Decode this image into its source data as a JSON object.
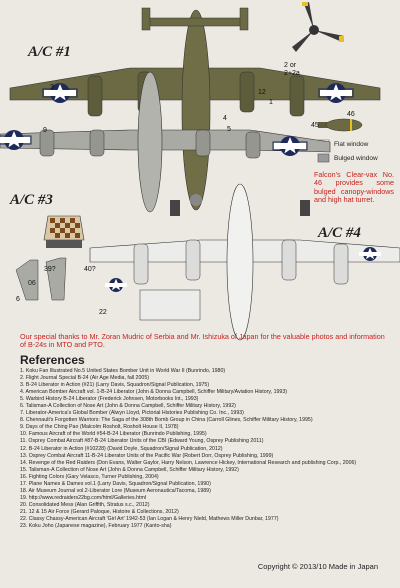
{
  "aircraft_labels": {
    "ac1": "A/C #1",
    "ac3": "A/C #3",
    "ac4": "A/C #4"
  },
  "callouts": {
    "c3a": "3",
    "c9": "9",
    "c4": "4",
    "c5": "5",
    "c12": "12",
    "c2or2a": "2 or\n2+2a",
    "c1": "1",
    "c45": "45",
    "c46": "46",
    "c39": "39?",
    "c40": "40?",
    "c6": "6",
    "c22": "22"
  },
  "legend": {
    "flat_label": "Flat window",
    "bulged_label": "Bulged window"
  },
  "falcon_note": "Falcon's Clear-vax No. 46 provides some bulged canopy-windows and high hat turret.",
  "thanks_note": "Our special thanks to Mr. Zoran Mudric of Serbia and Mr. Ishizuka of Japan for the valuable photos and information of B-24s in MTO and PTO.",
  "references_title": "References",
  "references": [
    "1. Koku Fan Illustrated No.5 United States Bomber Unit in World War II (Bunrindo, 1980)",
    "2. Flight Journal Special B-24 (Air Age Media, fall 2005)",
    "3. B-24 Liberator in Action (#21) (Larry Davis, Squadron/Signal Publication, 1975)",
    "4. American Bomber Aircraft vol. 1-B-24 Liberator (John & Donna Campbell, Schiffer Military/Aviation History, 1993)",
    "5. Warbird History B-24 Liberator (Frederick Johnsen, Motorbooks Int., 1993)",
    "6. Talisman-A Collection of Nose Art (John & Donna Campbell, Schiffer Military History, 1992)",
    "7. Liberator-America's Global Bomber (Alwyn Lloyd, Pictorial Histories Publishing Co. Inc., 1993)",
    "8. Chennault's Forgotten Warriors: The Saga of the 308th Bomb Group in China (Carroll Glines, Schiffer Military History, 1995)",
    "9. Days of the Ching Pao (Malcolm Rosholt, Rosholt House II, 1978)",
    "10. Famous Aircraft of the World #54-B-24 Liberator (Bunrindo Publishing, 1995)",
    "11. Osprey Combat Aircraft #87-B-24 Liberator Units of the CBI (Edward Young, Osprey Publishing 2011)",
    "12. B-24 Liberator in Action (#10228) (David Doyle, Squadron/Signal Publication, 2012)",
    "13. Osprey Combat Aircraft 11-B-24 Liberator Units of the Pacific War (Robert Dorr, Osprey Publishing, 1999)",
    "14. Revenge of the Red Raiders (Don Evans, Walter Gaylor, Harry Nelson, Lawrence Hickey, International Research and publishing Corp., 2006)",
    "15. Talisman-A Collection of Nose Art (John & Donna Campbell, Schiffer Military History, 1992)",
    "16. Fighting Colors (Gary Velasco, Turner Publishing, 2004)",
    "17. Plane Names & Dames vol.1 (Larry Davis, Squadron/Signal Publication, 1990)",
    "18. Air Museum Journal vol.2-Liberator Lore (Museum Aeronautica/Tacoma, 1989)",
    "19. http://www.redraiders22bg.com/html/Galleries.html",
    "20. Consolidated Mess (Alan Griffith, Stratus s.c., 2012)",
    "21. 12 & 15 Air Force (Gerard Paloque, Histoire & Collections, 2012)",
    "22. Classy Chassy-American Aircraft 'Girl Art' 1942-53 (Ian Logan & Henry Nield, Mathews Miller Dunbar, 1977)",
    "23. Koku Joho (Japanese magazine), February 1977 (Kanto-sha)"
  ],
  "copyright": "Copyright © 2013/10 Made in Japan",
  "colors": {
    "background": "#ece9e3",
    "olive_drab": "#6b6a44",
    "neutral_gray": "#a9aaa3",
    "silver": "#ecedeb",
    "accent_red": "#c8201e",
    "insignia_blue": "#1d2b5a",
    "checker_brown": "#7a4a1c"
  }
}
